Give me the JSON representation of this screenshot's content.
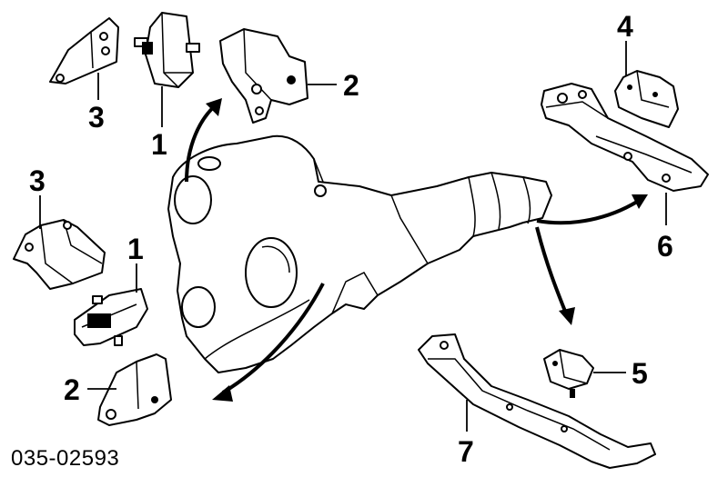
{
  "labels": {
    "mount_top_left": "3",
    "insulator_top": "1",
    "bracket_top_right": "2",
    "mount_rear_top": "4",
    "mount_left": "3",
    "insulator_left": "1",
    "bracket_bottom_left": "2",
    "crossmember_rear": "6",
    "insulator_rear": "5",
    "crossmember_lower": "7"
  },
  "reference_code": "035-02593"
}
